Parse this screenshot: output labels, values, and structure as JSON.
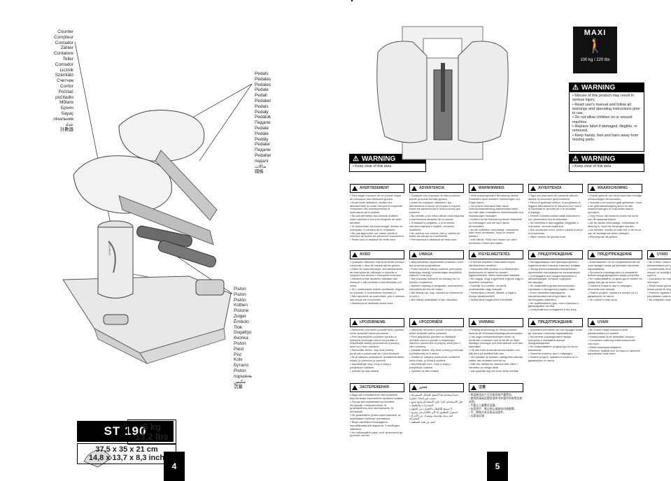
{
  "left_page": {
    "page_number": "4",
    "counter_labels": [
      "Counter",
      "Compteur",
      "Contador",
      "Zähler",
      "Contatore",
      "Teller",
      "Contador",
      "Licznik",
      "Számláló",
      "Счетчик",
      "Contor",
      "Počítač",
      "počítadlo",
      "Mõtare",
      "Брояч",
      "Sayaç",
      "лічильник",
      "عداد",
      "計數器"
    ],
    "pedal_labels": [
      "Pedals",
      "Pédales",
      "Pedales",
      "Pedale",
      "Pedali",
      "Pedalen",
      "Pedais",
      "Pedały",
      "Pedálok",
      "Педали",
      "Pedale",
      "Pedále",
      "Pedály",
      "Pedaler",
      "Педали",
      "Pedallar",
      "педалі",
      "بدالات",
      "踏板"
    ],
    "piston_labels": [
      "Piston",
      "Piston",
      "Pistón",
      "Kolben",
      "Pistone",
      "Zuiger",
      "Êmbolo",
      "Tłok",
      "Dugattyú",
      "Кнопка",
      "Piston",
      "Piest",
      "Píst",
      "Kolv",
      "Бутало",
      "Piston",
      "поршень",
      "مكبس",
      "活塞"
    ],
    "brand_text": "DOMYOS",
    "model": "ST 190",
    "weight_kg": "6 kg",
    "weight_lbs": "13,2 lbs",
    "dim_cm": "37,5 x 35 x 21 cm",
    "dim_inch": "14,8 x 13,7 x 8,3 inch",
    "warning_small": {
      "title": "WARNING",
      "text": "• Keep clear of this area"
    }
  },
  "right_page": {
    "page_number": "5",
    "maxi": {
      "title": "MAXI",
      "capacity": "100 kg / 220 lbs"
    },
    "main_warning": {
      "title": "WARNING",
      "lines": [
        "• Misuse of this product may result in serious injury.",
        "• Read user's manual and follow all warnings and operating instructions prior to use.",
        "• Do not allow children on or around machine.",
        "• Replace label if damaged, illegible, or removed.",
        "• Keep hands, feet and hairs away from moving parts."
      ]
    },
    "warning_bar": {
      "title": "WARNING",
      "text": "• Keep clear of this area"
    },
    "blocks_row1": [
      {
        "title": "AVERTISSEMENT",
        "lines": [
          "• Tout usage impropre de ce produit risque de provoquer des blessures graves.",
          "• Avant toute utilisation, veuillez lire attentivement le mode d'emploi et respecter l'ensemble des avertissements et instructions qu'il contient.",
          "• Ne pas permettre aux enfants d'utiliser cette machine ni les tenir éloignés de cette dernière.",
          "• Si l'autocollant est endommagé, illisible ou manquant, il convient de le remplacer.",
          "• Ne pas approcher vos mains, pieds et cheveux de toutes les pièces en mouvement.",
          "• Tenez-vous à distance de cette zone"
        ]
      },
      {
        "title": "ADVERTENCIA",
        "lines": [
          "• Cualquier uso impropio de este producto puede provocar heridas graves.",
          "• Antes de cualquier utilización, lea atentamente el modo de empleo y respete todas las advertencias e instrucciones que contiene.",
          "• No permitir a los niños utilizar esta máquina y mantenerlos alejados de la misma.",
          "• Si falltase la pegatina, o si la misma estuviera dañada o ilegible, conviene sustituirla.",
          "• No acercar sus manos, pies y cabello de todas las piezas en movimiento.",
          "• Permanezca a distancia de esta zona"
        ]
      },
      {
        "title": "WARNHINWEIS",
        "lines": [
          "• Jede unsachgemäße Benutzung dieses Produktes kann schwere Verletzungen zur Folge haben.",
          "• Vor jedem Gebrauch bitte diese Gebrauchsanweisung aufmerksam lesen und alle darin enthaltenen Warnhinweise und Anweisungen befolgen.",
          "• Kindern ist die Benutzung dieser Maschine zu untersagen und sie sind davon fernzuhalten.",
          "• Ist der Aufkleber beschädigt, unleserlich oder nicht vorhanden, muss er ersetzt werden.",
          "• Ihre Hände, Füße und Haare von allen drehenden Teilen fernhalten.",
          "• Diesen Bereich nicht betreten"
        ]
      },
      {
        "title": "AVVERTENZA",
        "lines": [
          "• Ogni uso improprio del presente articolo rischia di provocare gravi incidenti.",
          "• Prima di qualsiasi utilizzo, si preghiamo di leggere attentamente le istruzioni per l'uso e di rispettare le avvertenze e le modalità d'impiego.",
          "• Tenere i bambini lontani dalla macchina e non permettere loro di utilizzarla.",
          "• Se l'etichetta è danneggiata, illeggibile o mancante, occorre sostituirla.",
          "• Non avvicinare mani, piedi e capelli ai pezzi in movimento.",
          "• Stare lontano da questa zona"
        ]
      },
      {
        "title": "WAARSCHUWING",
        "lines": [
          "• Onjuist gebruik van dit product kan ernstige verwondingen veroorzaken.",
          "• Voordat u het product gaat gebruiken, moet u de gebruiksaanwijzing lezen en alle waarschuwingen en instructies daarin opvolgen.",
          "• Zorg ervoor dat kinderen buiten de buurt van dit apparaat blijven.",
          "• Als de sticker beschadigd, onleesbaar of afwezig is, moet hij vervangen worden.",
          "• Uw handen, voeten of haar niet in de buurt van de bewegende delen brengen.",
          "• Blijf weg van dit gebied"
        ]
      }
    ],
    "blocks_row2": [
      {
        "title": "AVISO",
        "lines": [
          "• Qualquer utilização imprópria deste produto comporta o risco de causar danos graves.",
          "• Antes de cada utilização, leia atentamente as instruções de utilização e respeite o conjunto dos avisos e instruções incluídos.",
          "• Mantenha este aparelho afastado das crianças e não permita a sua utilização por estas.",
          "• Se o autocolante estiver danificado, ilegível ou ausente, é conveniente substituí-lo.",
          "• Não aproxime as suas mãos, pés e cabelos das peças em movimento.",
          "• Mantenha-se afastado desta zona"
        ]
      },
      {
        "title": "UWAGA",
        "lines": [
          "• Nieprawidłowe użytkowanie produktu może być przyczyną wypadków.",
          "• Przed użyciem należy uważnie przeczytać instrukcję obsługi i przestrzegać wszystkich zaleceń i instrukcji.",
          "• Nie pozwalaj dzieciom na zabawy na i w pobliżu urządzenia.",
          "• Wymień etykiety w przypadku uszkodzenia, nieczytelności lub ich braku.",
          "• Nie zbliżaj rąk, nóg i włosów do elementów w ruchu.",
          "• Nie należy przebywać w tym obszarze"
        ]
      },
      {
        "title": "FIGYELMEZTETÉS",
        "lines": [
          "• A termék helytelen használata súlyos sérülésekhez vezethet.",
          "• Használat előtt olvassa el a felhasználói kézikönyvet és tartsa be minden figyelmeztetést, illetve használati utasítást.",
          "• Ne hagyja, hogy a gyerekek a gépre vagy a közelébe kerüljenek.",
          "• Cserélje ki a címkét, ha sérült, olvashatatlan vagy hiányzik.",
          "• Tartsa távol a kezeit, lábaiát, a haját a mozgó alkatrészektől.",
          "• Tartsa távol magát ettől a területtől"
        ]
      },
      {
        "title": "ПРЕДУПРЕЖДЕНИЕ",
        "lines": [
          "• Ненадлежащая эксплуатация данного изделия может повлечь тяжелые травмы.",
          "• Перед использованием внимательно прочитайте инструкцию по эксплуатации.",
          "• Соблюдайте все предостережения и рекомендации, которые содержит инструкция.",
          "• Не позволяйте детям использовать тренажер и находиться рядом с ним.",
          "• Если наклейка повреждена, неразборчива или отсутствует, ее необходимо заменить.",
          "• Не приближайте руки, ноги и волосы к движущимся частям.",
          "• Остерегайтесь попадания в эту зону"
        ]
      },
      {
        "title": "ПРЕДУПРЕЖДЕНИЕ",
        "lines": [
          "• Използването не по предназначение на този продукт може да причини сериозни наранявания.",
          "• Прочетете ръководството и спазвайте всички предупреждения преди употреба.",
          "• Не позволявайте на деца да се качват на уреда или да са около него.",
          "• Сменете етикета, ако е повреден, нечетлив или липсва.",
          "• Пазете ръцете, краката и косата си от движещите се части.",
          "• Не стойте в тази зона"
        ]
      },
      {
        "title": "UYARI",
        "lines": [
          "• Bu ürünün hatalı kullanımı ciddi yaralanmalara yol açabilir.",
          "• Kullanmadan önce, kullanım talimatlarını okuyun ve içerdiği tüm uyarı ve talimatlara uyunuz.",
          "• Çocukların bu makineyi kullanmasına izin vermeyin.",
          "• Etiket hasar görmüşse, okunmuyorsa veya yoksa yenisi ile değiştirin.",
          "• Ellerinizi, ayaklarınızı ve saçınızı hareketli parçalardan uzak tutun.",
          "• Bu bölgeden uzak durun"
        ]
      }
    ],
    "blocks_row3": [
      {
        "title": "UPOZORNENIE",
        "lines": [
          "• Akékoľvek nevhodné použitie tohto výrobku môže spôsobiť vážne poranenie.",
          "• Pred akýmkoľvek použitím výrobku si dôkladne prečítajte návod na použitie a rešpektujte všetky upozornenia a pokyny, ktoré sú v ňom uvedené.",
          "• Nedovoľte deťom, aby hrali prístroj používali a pohybovali sa v jeho blízkosti.",
          "• Ak je nálepka poškodená, nečitateľná alebo chýba, je potrebné ju vymeniť.",
          "• Nepribližujte ruky, nohy a vlasy k pohyblivým častiam.",
          "• Vyhnite sa tejto oblasti"
        ]
      },
      {
        "title": "UPOZORNĚNÍ",
        "lines": [
          "• Jakékoliv nevhodné použití tohoto výrobku může způsobit vážná poranění.",
          "• Před jakýmkoliv použitím si důkladně přečtěte návod k použití a respektujte všechna upozornění a pokyny, které jsou v něm uvedeny.",
          "• Zakažte dětem, aby tento přístroj používaly a přibližovaly se k němu.",
          "• Jestliže je nálepka poškozená, nečitelná nebo chybí, je třeba ji vyměnit.",
          "• Nepřibližujte ruce, nohy a vlasy k pohyblivým částem.",
          "• Vyhněte se této oblasti"
        ]
      },
      {
        "title": "VARNING",
        "lines": [
          "• Felaktig användning av denna produkt riskerar att förorsaka allvarliga personskador.",
          "• Läs noga bruksanvisningen innan du använder produkten och se till att du följer samtliga varningar och instruktioner som den innehåller.",
          "• Låt inte barn använda denna maskin och håll dem på avstånd från den.",
          "• Om dekalen är skadad, oläslig eller saknas, måste den ersättas med en ny.",
          "• Håll inte händerna, fötterna eller håret i närheten av rörliga delar.",
          "• Var uppehåll dig inte inom detta område"
        ]
      },
      {
        "title": "ПРЕДУПРЕЖДЕНИЕ",
        "lines": [
          "• Грешната употреба на този продукт може да причини сериозни наранявания.",
          "• Прочетете ръководството преди употреба и спазвайте всички предупреждения.",
          "• Не позволявайте на деца да са около машината.",
          "• Сменете етикета, ако е повреден.",
          "• Пазете ръцете, краката и косата си от движещите се части."
        ]
      },
      {
        "title": "UYARI",
        "lines": [
          "• Bu ürünün hatalı kullanımı ciddi yaralanmalara yol açabilir.",
          "• Kullanmadan önce talimatları okuyun.",
          "• Çocukların makineyi kullanmasına izin vermeyin.",
          "• Etiket hasarlıysa değiştirin.",
          "• Ellerinizi, ayaklarınızı ve saçınızı hareketli parçalardan uzak tutun."
        ]
      }
    ],
    "blocks_row4": [
      {
        "title": "ЗАСТЕРЕЖЕННЯ",
        "lines": [
          "• Будь-яке неправильне застосування виробу може спричинити серйозні травми.",
          "• Перед застосуванням прочитайте інструкцію з використання та дотримуйтесь всіх застережень та інструкцій.",
          "• Не дозволяйте дітям користуватися та перебувати поблизу тренажера.",
          "• Якщо наклейка пошкоджена, нерозбірлива або відсутня, її необхідно замінити.",
          "• Не наближайте руки, ноги та волосся до рухомих частин.",
          "• Тримайтеся подалі від цієї зони"
        ]
      },
      {
        "title": "تحذير",
        "lines": [
          "• عدم استخدام هذا المنتج بالشكل السليم قد يسبب في إصابة خطيرة.",
          "• قبل الاستخدام، اقرأ دليل الاستخدام واتبع جميع التحذيرات والتعليمات.",
          "• لا تسمح للأطفال بالاقتراب من الجهاز.",
          "• استبدل الملصق إذا كان تالفًا أو غير مقروء.",
          "• أبعد يديك وقدميك وشعرك عن الأجزاء المتحركة.",
          "• ابتعد عن هذه المنطقة"
        ]
      },
      {
        "title": "注意",
        "lines": [
          "• 错误使用本产品可能导致严重受伤。",
          "• 使用前请阅读使用说明书并遵守所有警告和说明。",
          "• 不要让儿童靠近设备。",
          "• 标签损坏、难以辨认或缺失时请更换。",
          "• 手、脚和头发远离运动部件。",
          "• 远离该区域"
        ]
      }
    ]
  }
}
